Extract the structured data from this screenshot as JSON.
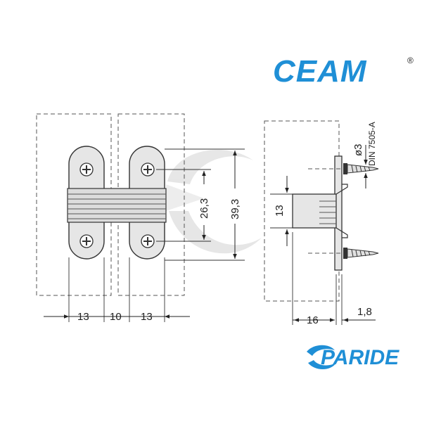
{
  "brand": {
    "logo_text": "CEAM",
    "registered_mark": "®",
    "color": "#1f8fd6"
  },
  "watermark": {
    "text": "PARIDE",
    "color": "#1f8fd6"
  },
  "dimensions": {
    "width_left": "13",
    "width_center": "10",
    "width_right": "13",
    "screw_spacing": "26,3",
    "total_height": "39,3",
    "body_height": "13",
    "depth": "16",
    "plate_thickness": "1,8",
    "screw_diameter": "ø3",
    "screw_standard": "DIN 7505-A"
  },
  "colors": {
    "line": "#222222",
    "dashed": "#555555",
    "hinge_fill": "#e6e6e6",
    "hinge_stroke": "#333333",
    "watermark_gray": "#e2e2e2"
  }
}
